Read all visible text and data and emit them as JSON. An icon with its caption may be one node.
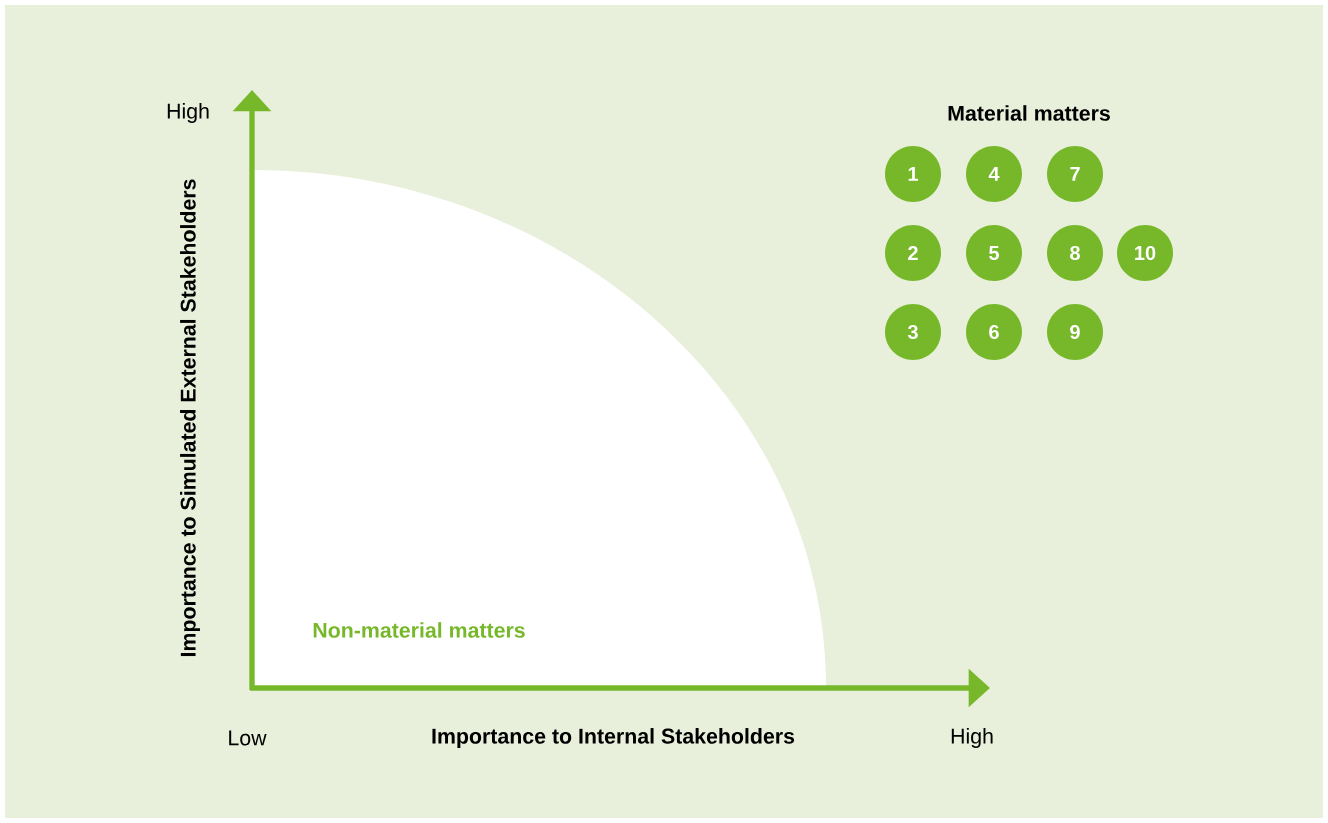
{
  "diagram": {
    "nodes": [
      {
        "text": [
          "Non-material matters"
        ]
      },
      {
        "text": [
          "1"
        ]
      },
      {
        "text": [
          "2"
        ]
      },
      {
        "text": [
          "3"
        ]
      },
      {
        "text": [
          "4"
        ]
      },
      {
        "text": [
          "5"
        ]
      },
      {
        "text": [
          "6"
        ]
      },
      {
        "text": [
          "7"
        ]
      },
      {
        "text": [
          "8"
        ]
      },
      {
        "text": [
          "9"
        ]
      },
      {
        "text": [
          "10"
        ]
      }
    ],
    "labels": [
      "High",
      "Importance to Simulated External Stakeholders",
      "Material matters",
      "Low",
      "Importance to Internal Stakeholders",
      "High"
    ]
  }
}
